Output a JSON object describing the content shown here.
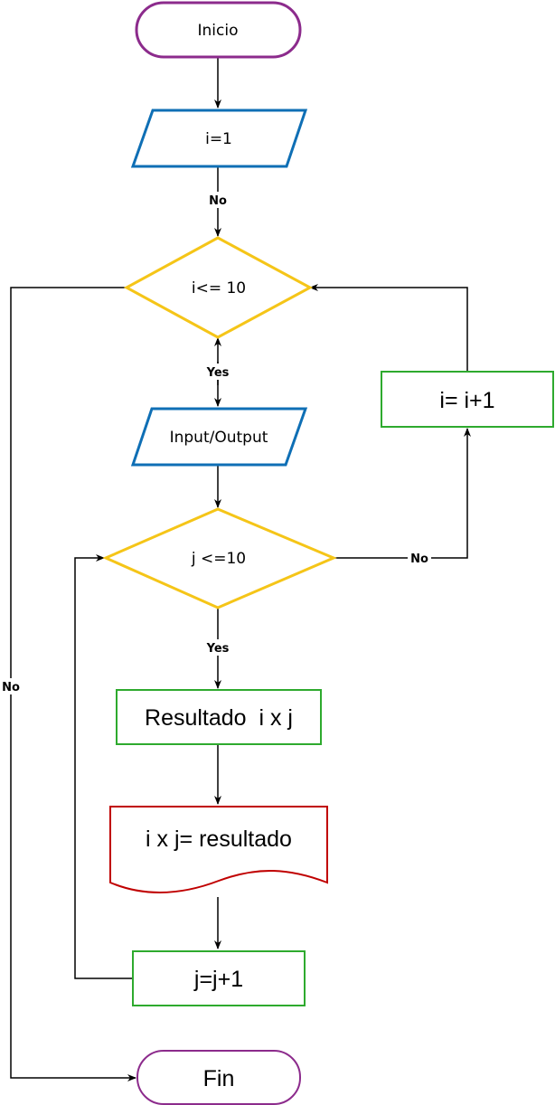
{
  "nodes": {
    "start": "Inicio",
    "init_i": "i=1",
    "cond_i": "i<= 10",
    "io": "Input/Output",
    "cond_j": "j <=10",
    "process_result": "Resultado  i x j",
    "document_output": "i x j= resultado",
    "increment_j": "j=j+1",
    "increment_i": "i= i+1",
    "end": "Fin"
  },
  "edges": {
    "init_to_cond_i": "No",
    "cond_i_yes": "Yes",
    "cond_i_no": "No",
    "cond_j_yes": "Yes",
    "cond_j_no": "No"
  },
  "colors": {
    "terminal": "#8C2B8C",
    "io": "#0F6FB5",
    "decision": "#F5C518",
    "process": "#2EAA2E",
    "document": "#C00000"
  }
}
